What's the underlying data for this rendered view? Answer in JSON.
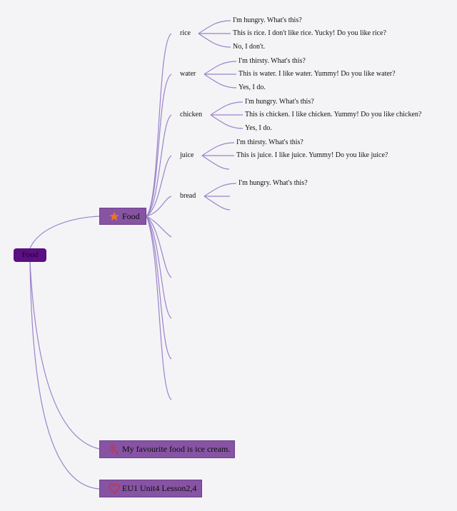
{
  "root": {
    "label": "Food"
  },
  "branches": {
    "food": {
      "label": "Food",
      "icon": "star-icon",
      "items": [
        {
          "label": "rice",
          "lines": [
            "I'm hungry. What's this?",
            "This is rice. I don't like rice. Yucky! Do you like rice?",
            "No, I don't."
          ]
        },
        {
          "label": "water",
          "lines": [
            "I'm thirsty. What's this?",
            "This is water. I like water. Yummy! Do you like water?",
            "Yes, I do."
          ]
        },
        {
          "label": "chicken",
          "lines": [
            "I'm hungry. What's this?",
            "This is chicken. I like chicken. Yummy! Do you like chicken?",
            "Yes, I do."
          ]
        },
        {
          "label": "juice",
          "lines": [
            "I'm thirsty. What's this?",
            "This is juice. I like juice. Yummy! Do you like juice?",
            ""
          ]
        },
        {
          "label": "bread",
          "lines": [
            "I'm hungry. What's this?",
            "",
            ""
          ]
        }
      ]
    },
    "favourite": {
      "label": "My favourite food is ice cream.",
      "icon": "ice-cream-icon"
    },
    "lesson": {
      "label": "EU1 Unit4 Lesson2,4",
      "icon": "heart-icon"
    }
  },
  "colors": {
    "root_fill": "#5a0f82",
    "branch_fill": "#8753a3",
    "connector": "#9b82cc",
    "star": "#e8752a",
    "icon_red": "#d0303a"
  }
}
